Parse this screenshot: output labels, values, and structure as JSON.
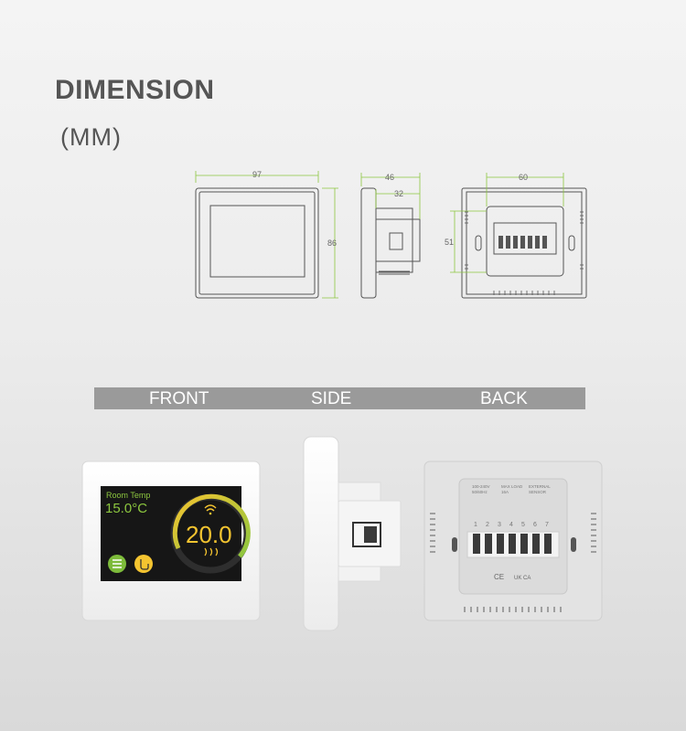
{
  "heading": {
    "title": "DIMENSION",
    "unit": "(MM)"
  },
  "dimensions": {
    "front_width": "97",
    "front_height": "86",
    "side_depth_total": "46",
    "side_depth_body": "32",
    "back_width": "60",
    "back_height": "51"
  },
  "view_labels": {
    "front": "FRONT",
    "side": "SIDE",
    "back": "BACK"
  },
  "screen": {
    "label": "Room Temp",
    "room_temp": "15.0°C",
    "set_temp": "20.0",
    "colors": {
      "background": "#161616",
      "text": "#f4c430",
      "room_text": "#8cc63f"
    }
  },
  "back_label": {
    "terminals": [
      "1",
      "2",
      "3",
      "4",
      "5",
      "6",
      "7"
    ],
    "lines": [
      "100-240V",
      "50/60Hz",
      "MAX LOAD",
      "16A",
      "EXTERNAL",
      "SENSOR"
    ],
    "marks": [
      "CE",
      "UK CA"
    ]
  },
  "colors": {
    "dimension_line": "#8cc63f",
    "outline": "#555555",
    "label_bar": "#9a9a9a"
  }
}
